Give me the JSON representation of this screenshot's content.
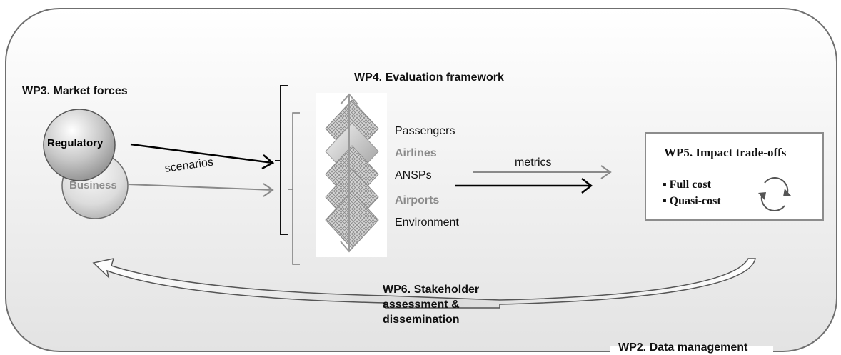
{
  "wp4": {
    "title": "WP4. Evaluation framework"
  },
  "wp3": {
    "title": "WP3. Market forces",
    "regulatory_label": "Regulatory",
    "business_label": "Business",
    "scenarios_label": "scenarios"
  },
  "layers": [
    "Passengers",
    "Airlines",
    "ANSPs",
    "Airports",
    "Environment"
  ],
  "metrics_label": "metrics",
  "wp5": {
    "title": "WP5. Impact trade-offs",
    "items": [
      "Full cost",
      "Quasi-cost"
    ]
  },
  "wp6": {
    "title": "WP6. Stakeholder assessment & dissemination"
  },
  "wp2": {
    "title": "WP2. Data management"
  }
}
